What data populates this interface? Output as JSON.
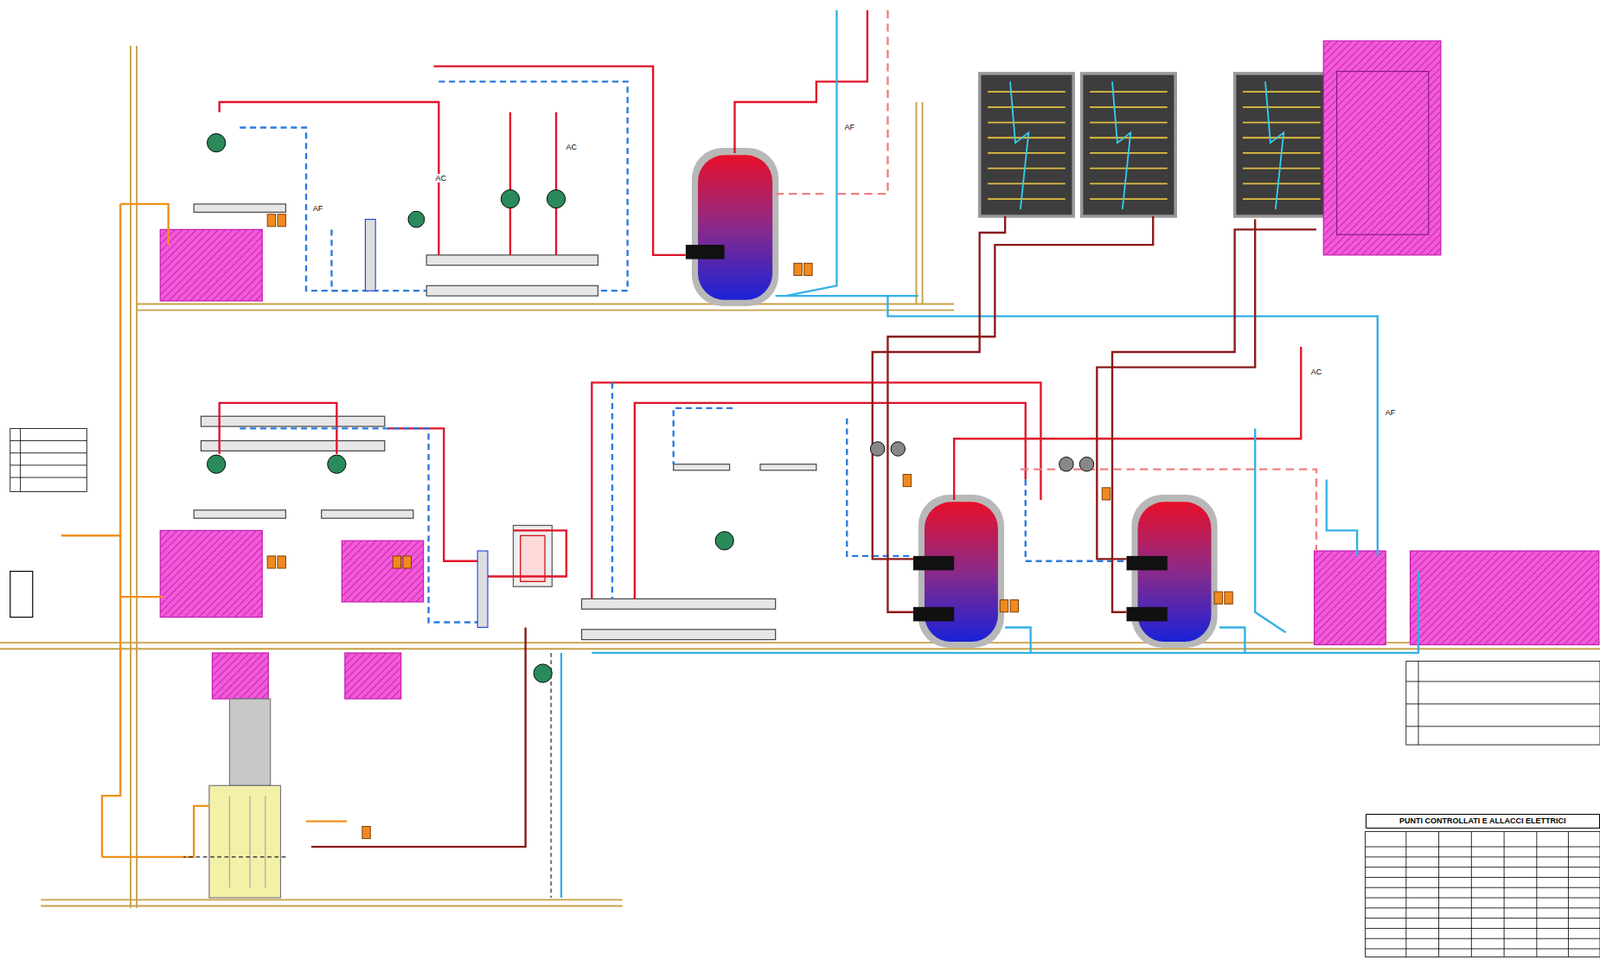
{
  "diagram": {
    "nodes": [
      {
        "text": [
          "PUNTI CONTROLLATI E ALLACCI ELETTRICI"
        ]
      }
    ],
    "labels": [
      "AC",
      "AF",
      "AC",
      "AF",
      "AC",
      "AF"
    ]
  }
}
